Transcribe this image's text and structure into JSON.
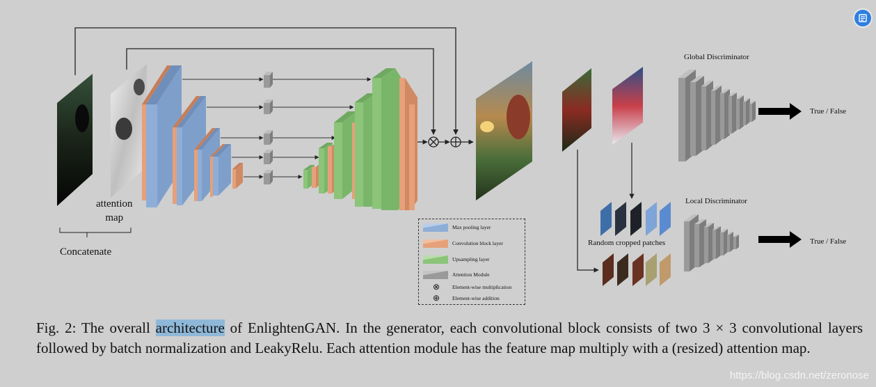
{
  "labels": {
    "attention_map": "attention\nmap",
    "concatenate": "Concatenate",
    "global_discriminator": "Global Discriminator",
    "local_discriminator": "Local Discriminator",
    "true_false_global": "True / False",
    "true_false_local": "True / False",
    "random_patches": "Random cropped patches"
  },
  "legend": {
    "items": [
      {
        "label": "Max pooling layer",
        "color": "#8eaed8"
      },
      {
        "label": "Convolution block layer",
        "color": "#e6a07a"
      },
      {
        "label": "Upsampling layer",
        "color": "#8cc47a"
      },
      {
        "label": "Attention Module",
        "color": "#9a9a9a"
      }
    ],
    "multiply_symbol": "⊗",
    "multiply_label": "Element-wise multiplication",
    "add_symbol": "⊕",
    "add_label": "Element-wise addition"
  },
  "caption": {
    "prefix": "Fig. 2: The overall ",
    "highlight": "architecture",
    "rest": " of EnlightenGAN. In the generator, each convolutional block consists of two 3 × 3 convolutional layers followed by batch normalization and LeakyRelu. Each attention module has the feature map multiply with a (resized) attention map."
  },
  "watermark": "https://blog.csdn.net/zeronose",
  "colors": {
    "background": "#cfcfcf",
    "maxpool": "#8eaed8",
    "conv": "#e6a07a",
    "upsample": "#8cc47a",
    "attention": "#9a9a9a",
    "highlight": "#8fb8d8",
    "fab": "#2f7fe0"
  },
  "icons": {
    "fab": "document-icon"
  }
}
